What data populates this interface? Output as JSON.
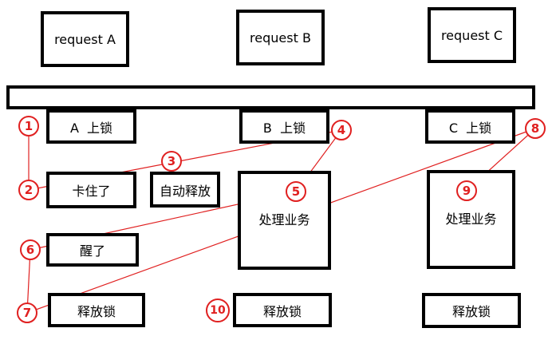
{
  "requests": {
    "a": "request A",
    "b": "request B",
    "c": "request C"
  },
  "locks": {
    "a": "A  上锁",
    "b": "B  上锁",
    "c": "C  上锁"
  },
  "steps": {
    "stuck": "卡住了",
    "auto_release": "自动释放",
    "wake": "醒了",
    "process_b": "处理业务",
    "process_c": "处理业务",
    "release_a": "释放锁",
    "release_b": "释放锁",
    "release_c": "释放锁"
  },
  "markers": [
    "1",
    "2",
    "3",
    "4",
    "5",
    "6",
    "7",
    "8",
    "9",
    "10"
  ],
  "colors": {
    "annotation": "#e02020",
    "box_border": "#000000"
  }
}
